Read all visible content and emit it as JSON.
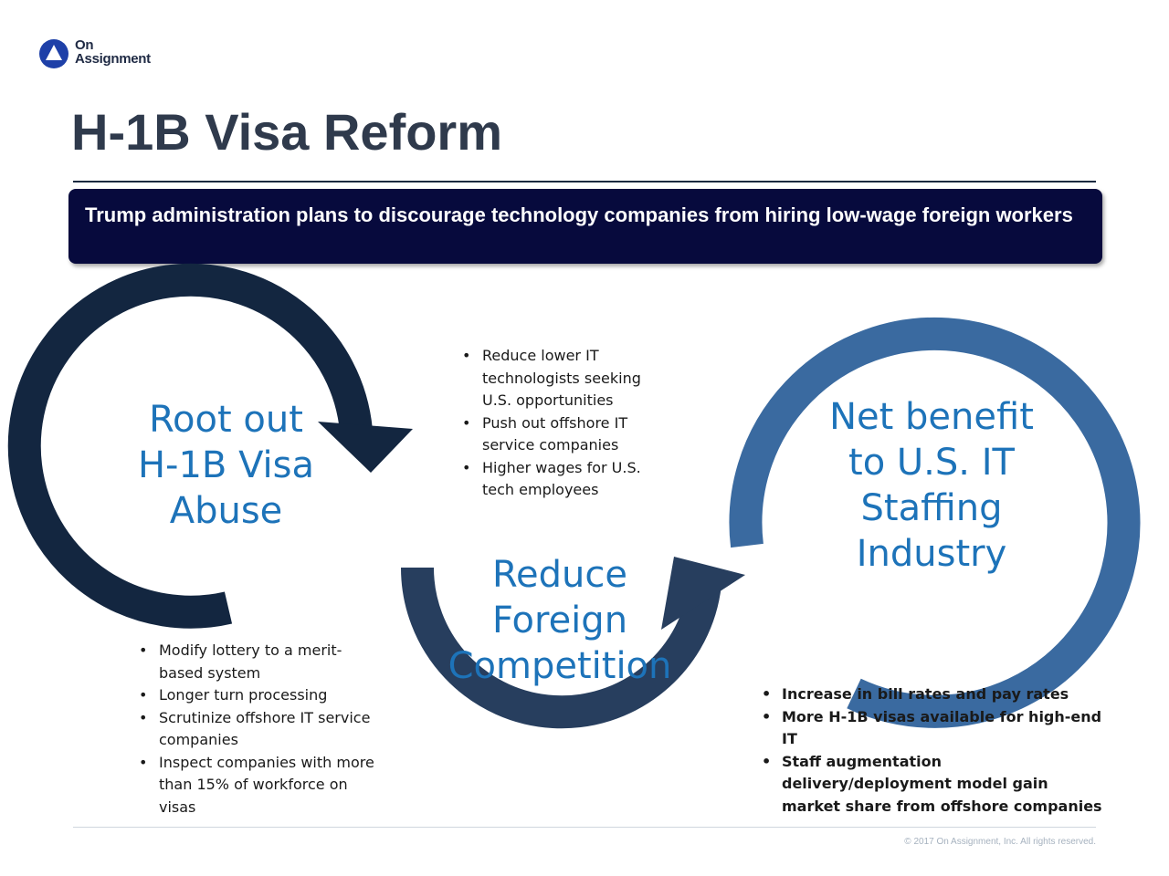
{
  "brand": {
    "line1": "On",
    "line2": "Assignment",
    "mark_color": "#1e40a8"
  },
  "slide": {
    "title": "H-1B Visa Reform",
    "banner": "Trump administration plans to discourage technology companies from hiring low-wage foreign workers"
  },
  "cycle": {
    "stage1": {
      "heading": [
        "Root out",
        "H-1B Visa",
        "Abuse"
      ],
      "bullets": [
        "Modify lottery to a merit-based system",
        "Longer turn processing",
        "Scrutinize offshore IT service companies",
        "Inspect companies with more than 15% of workforce on visas"
      ],
      "color": "#132640"
    },
    "stage2": {
      "heading": [
        "Reduce",
        "Foreign",
        "Competition"
      ],
      "bullets": [
        "Reduce lower IT technologists seeking U.S. opportunities",
        "Push out offshore IT service companies",
        "Higher wages for U.S. tech employees"
      ],
      "color": "#273e5e"
    },
    "stage3": {
      "heading": [
        "Net benefit",
        "to U.S. IT",
        "Staffing",
        "Industry"
      ],
      "bullets": [
        "Increase in bill rates and pay rates",
        "More H-1B visas available for high-end IT",
        "Staff augmentation delivery/deployment model gain market share from offshore companies"
      ],
      "color": "#3a6aa0"
    },
    "heading_color": "#1d73b9"
  },
  "footer": {
    "copyright": "© 2017 On Assignment, Inc. All rights reserved."
  }
}
